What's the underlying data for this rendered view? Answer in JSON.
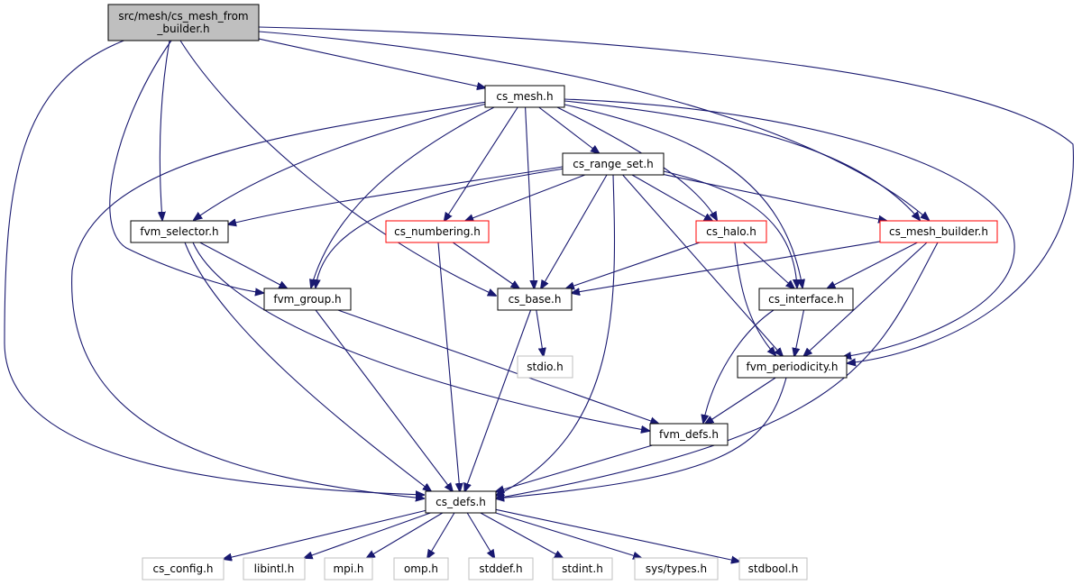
{
  "colors": {
    "edge": "#191970",
    "root_fill": "#bfbfbf",
    "normal_border": "#000000",
    "truncated_border": "#ff0000",
    "external_border": "#bfbfbf",
    "external_text": "#000000"
  },
  "nodes": [
    {
      "id": "root",
      "lines": [
        "src/mesh/cs_mesh_from",
        "_builder.h"
      ],
      "style": "root"
    },
    {
      "id": "cs_mesh",
      "lines": [
        "cs_mesh.h"
      ],
      "style": "normal"
    },
    {
      "id": "cs_range_set",
      "lines": [
        "cs_range_set.h"
      ],
      "style": "normal"
    },
    {
      "id": "fvm_selector",
      "lines": [
        "fvm_selector.h"
      ],
      "style": "normal"
    },
    {
      "id": "cs_numbering",
      "lines": [
        "cs_numbering.h"
      ],
      "style": "truncated"
    },
    {
      "id": "cs_halo",
      "lines": [
        "cs_halo.h"
      ],
      "style": "truncated"
    },
    {
      "id": "cs_mesh_builder",
      "lines": [
        "cs_mesh_builder.h"
      ],
      "style": "truncated"
    },
    {
      "id": "fvm_group",
      "lines": [
        "fvm_group.h"
      ],
      "style": "normal"
    },
    {
      "id": "cs_base",
      "lines": [
        "cs_base.h"
      ],
      "style": "normal"
    },
    {
      "id": "cs_interface",
      "lines": [
        "cs_interface.h"
      ],
      "style": "normal"
    },
    {
      "id": "stdio",
      "lines": [
        "stdio.h"
      ],
      "style": "external"
    },
    {
      "id": "fvm_periodicity",
      "lines": [
        "fvm_periodicity.h"
      ],
      "style": "normal"
    },
    {
      "id": "fvm_defs",
      "lines": [
        "fvm_defs.h"
      ],
      "style": "normal"
    },
    {
      "id": "cs_defs",
      "lines": [
        "cs_defs.h"
      ],
      "style": "normal"
    },
    {
      "id": "cs_config",
      "lines": [
        "cs_config.h"
      ],
      "style": "external"
    },
    {
      "id": "libintl",
      "lines": [
        "libintl.h"
      ],
      "style": "external"
    },
    {
      "id": "mpi",
      "lines": [
        "mpi.h"
      ],
      "style": "external"
    },
    {
      "id": "omp",
      "lines": [
        "omp.h"
      ],
      "style": "external"
    },
    {
      "id": "stddef",
      "lines": [
        "stddef.h"
      ],
      "style": "external"
    },
    {
      "id": "stdint",
      "lines": [
        "stdint.h"
      ],
      "style": "external"
    },
    {
      "id": "sys_types",
      "lines": [
        "sys/types.h"
      ],
      "style": "external"
    },
    {
      "id": "stdbool",
      "lines": [
        "stdbool.h"
      ],
      "style": "external"
    }
  ],
  "edges": [
    [
      "root",
      "cs_mesh"
    ],
    [
      "root",
      "cs_defs"
    ],
    [
      "root",
      "fvm_group"
    ],
    [
      "root",
      "fvm_selector"
    ],
    [
      "root",
      "cs_base"
    ],
    [
      "root",
      "cs_mesh_builder"
    ],
    [
      "root",
      "fvm_periodicity"
    ],
    [
      "cs_mesh",
      "cs_defs"
    ],
    [
      "cs_mesh",
      "fvm_selector"
    ],
    [
      "cs_mesh",
      "fvm_group"
    ],
    [
      "cs_mesh",
      "cs_numbering"
    ],
    [
      "cs_mesh",
      "cs_base"
    ],
    [
      "cs_mesh",
      "cs_range_set"
    ],
    [
      "cs_mesh",
      "cs_halo"
    ],
    [
      "cs_mesh",
      "cs_interface"
    ],
    [
      "cs_mesh",
      "cs_mesh_builder"
    ],
    [
      "cs_mesh",
      "fvm_periodicity"
    ],
    [
      "cs_range_set",
      "fvm_selector"
    ],
    [
      "cs_range_set",
      "fvm_group"
    ],
    [
      "cs_range_set",
      "cs_numbering"
    ],
    [
      "cs_range_set",
      "cs_base"
    ],
    [
      "cs_range_set",
      "cs_halo"
    ],
    [
      "cs_range_set",
      "cs_mesh_builder"
    ],
    [
      "cs_range_set",
      "cs_interface"
    ],
    [
      "cs_range_set",
      "fvm_periodicity"
    ],
    [
      "cs_range_set",
      "cs_defs"
    ],
    [
      "fvm_selector",
      "fvm_group"
    ],
    [
      "fvm_selector",
      "fvm_defs"
    ],
    [
      "fvm_selector",
      "cs_defs"
    ],
    [
      "cs_numbering",
      "cs_base"
    ],
    [
      "cs_numbering",
      "cs_defs"
    ],
    [
      "cs_halo",
      "cs_base"
    ],
    [
      "cs_halo",
      "cs_interface"
    ],
    [
      "cs_halo",
      "fvm_periodicity"
    ],
    [
      "cs_mesh_builder",
      "cs_base"
    ],
    [
      "cs_mesh_builder",
      "cs_interface"
    ],
    [
      "cs_mesh_builder",
      "fvm_periodicity"
    ],
    [
      "cs_mesh_builder",
      "cs_defs"
    ],
    [
      "fvm_group",
      "fvm_defs"
    ],
    [
      "fvm_group",
      "cs_defs"
    ],
    [
      "cs_base",
      "stdio"
    ],
    [
      "cs_base",
      "cs_defs"
    ],
    [
      "cs_interface",
      "fvm_periodicity"
    ],
    [
      "cs_interface",
      "fvm_defs"
    ],
    [
      "fvm_periodicity",
      "fvm_defs"
    ],
    [
      "fvm_periodicity",
      "cs_defs"
    ],
    [
      "fvm_defs",
      "cs_defs"
    ],
    [
      "cs_defs",
      "cs_config"
    ],
    [
      "cs_defs",
      "libintl"
    ],
    [
      "cs_defs",
      "mpi"
    ],
    [
      "cs_defs",
      "omp"
    ],
    [
      "cs_defs",
      "stddef"
    ],
    [
      "cs_defs",
      "stdint"
    ],
    [
      "cs_defs",
      "sys_types"
    ],
    [
      "cs_defs",
      "stdbool"
    ]
  ]
}
